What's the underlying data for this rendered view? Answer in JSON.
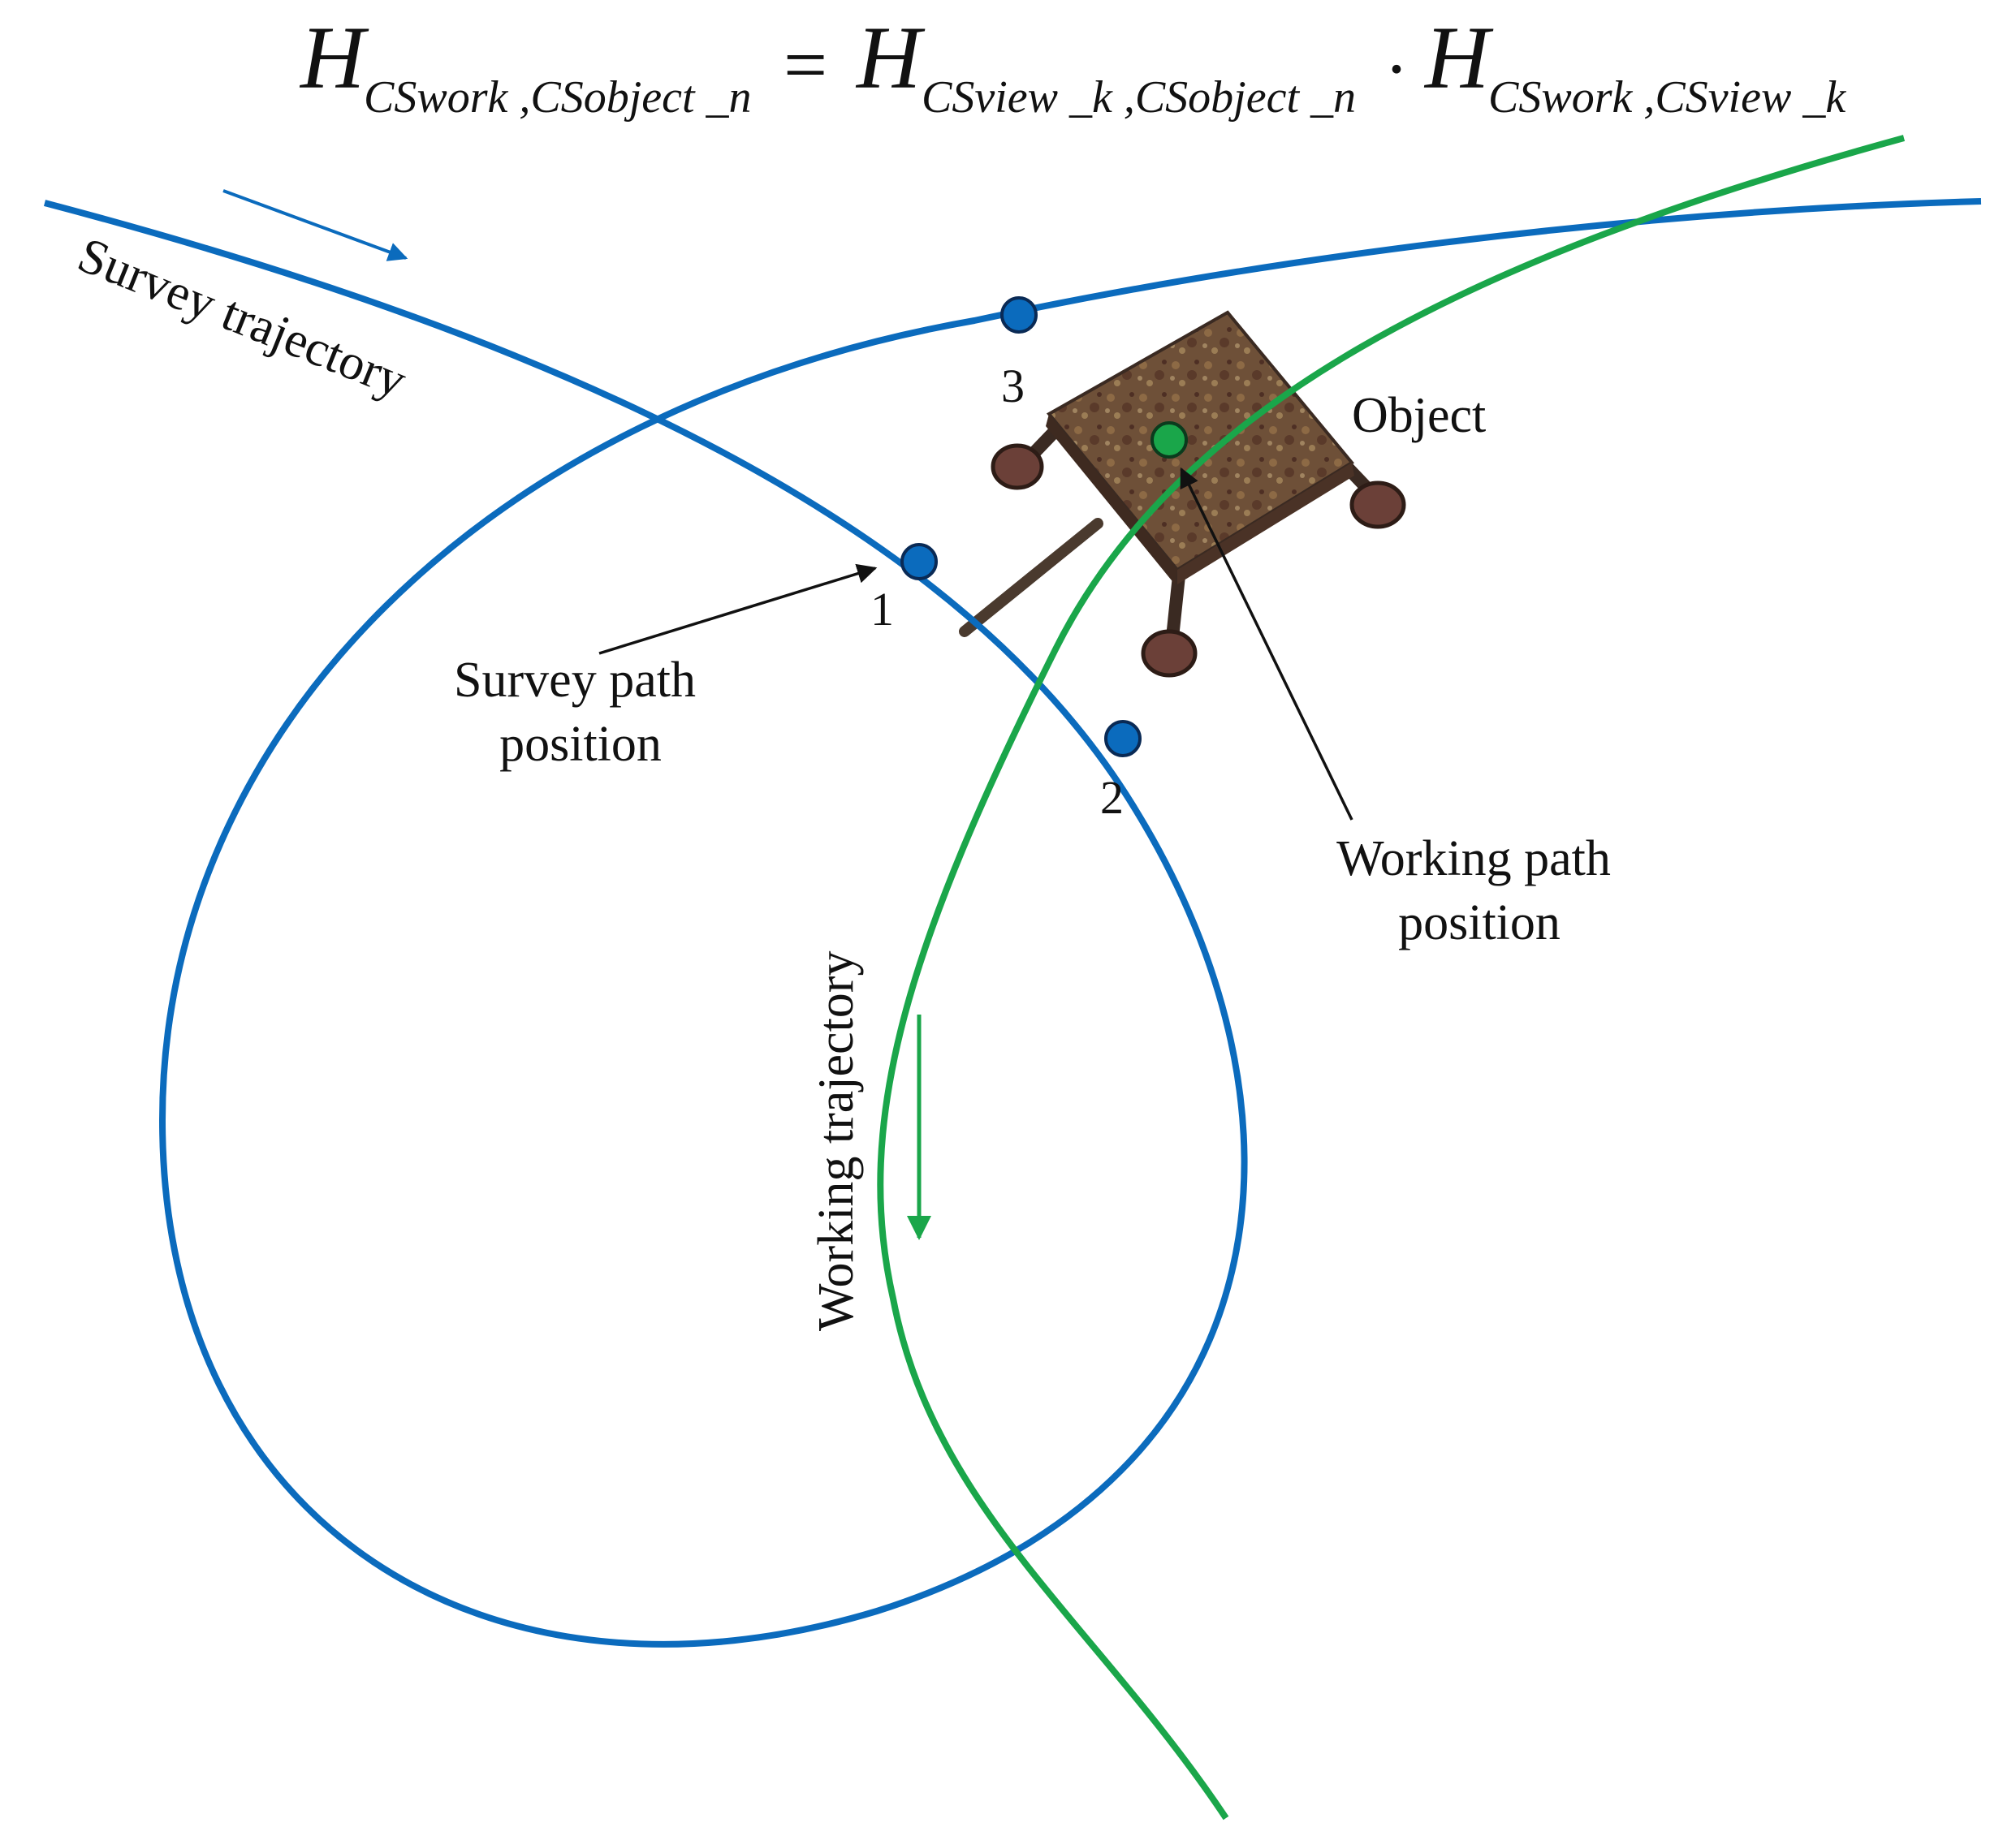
{
  "equation": {
    "lhs_symbol": "H",
    "lhs_subscript": "CSwork ,CSobject _n",
    "equals": "=",
    "term1_symbol": "H",
    "term1_subscript": "CSview _k ,CSobject _n",
    "dot": "·",
    "term2_symbol": "H",
    "term2_subscript": "CSwork ,CSview _k"
  },
  "labels": {
    "survey_trajectory": "Survey trajectory",
    "working_trajectory": "Working trajectory",
    "object": "Object",
    "survey_path_position": [
      "Survey path",
      "position"
    ],
    "working_path_position": [
      "Working path",
      "position"
    ]
  },
  "points": {
    "p1": "1",
    "p2": "2",
    "p3": "3"
  },
  "colors": {
    "survey": "#0b6bbd",
    "working": "#1aa64a",
    "text": "#111111",
    "object_body": "#6e5038"
  }
}
